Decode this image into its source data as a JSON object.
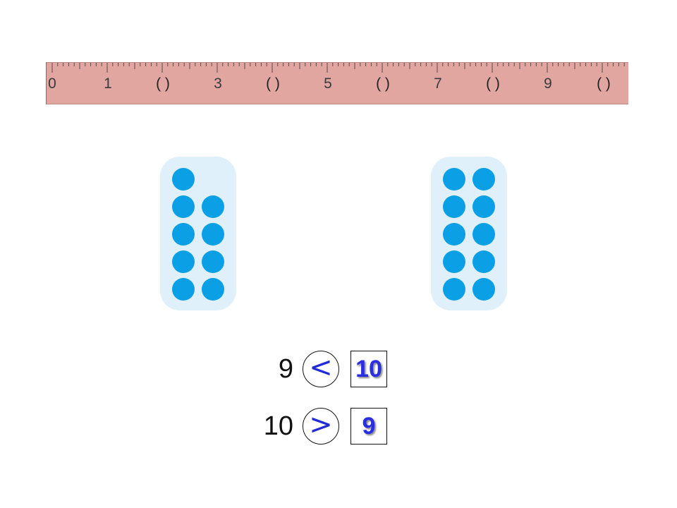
{
  "ruler": {
    "labels": [
      "0",
      "1",
      "3",
      "5",
      "7",
      "9"
    ],
    "blanks": [
      "( )",
      "( )",
      "( )",
      "( )",
      "( )"
    ],
    "color": "#e2a6a1"
  },
  "cards": {
    "left_dot_count": 9,
    "right_dot_count": 10,
    "dot_color": "#0ba0e6",
    "card_color": "#dff0fa"
  },
  "comparisons": [
    {
      "left": "9",
      "symbol": "<",
      "answer": "10"
    },
    {
      "left": "10",
      "symbol": ">",
      "answer": "9"
    }
  ]
}
